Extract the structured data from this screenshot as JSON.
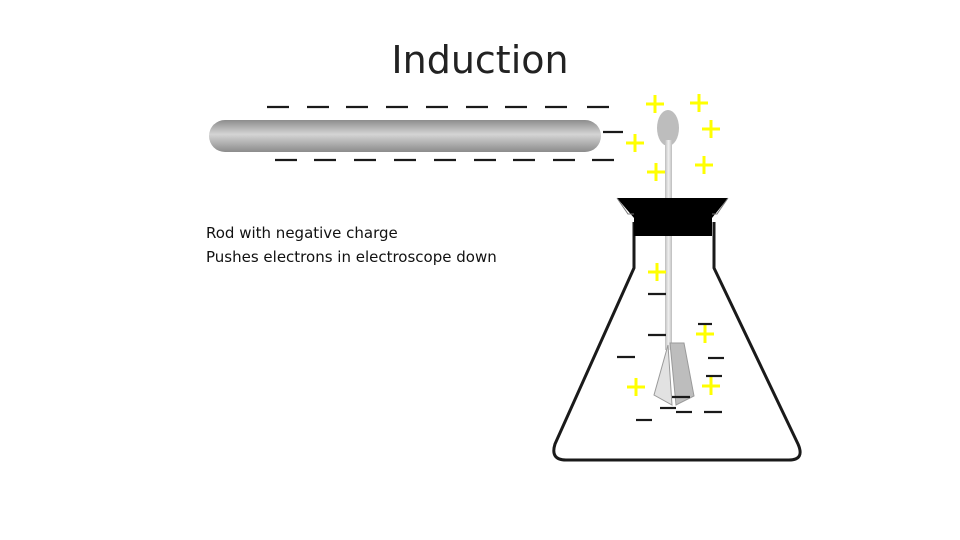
{
  "slide": {
    "title": "Induction",
    "caption": {
      "line1": "Rod with negative charge",
      "line2": "Pushes electrons in electroscope down"
    }
  },
  "colors": {
    "negative": "#1a1a1a",
    "positive": "#ffff00",
    "rod_dark": "#8c8c8c",
    "rod_light": "#d4d4d4",
    "flask_outline": "#1a1a1a",
    "stopper": "#000000",
    "metal_light": "#e2e2e2",
    "metal_mid": "#bdbdbd"
  },
  "icons": {
    "negative_charge": "minus-sign",
    "positive_charge": "plus-sign"
  }
}
